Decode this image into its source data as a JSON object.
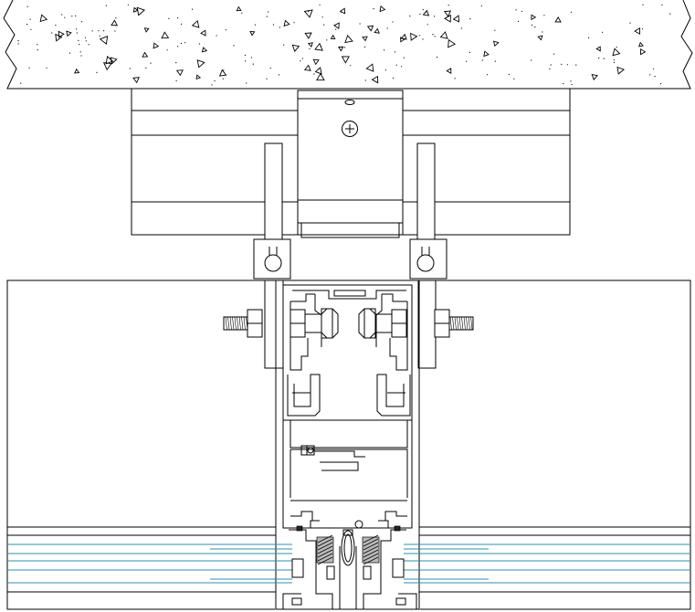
{
  "drawing": {
    "kind": "curtain-wall mullion connection detail",
    "labels": [],
    "colors": {
      "line": "#000000",
      "background": "#ffffff",
      "glass_line": "#2f8fa8",
      "gasket_fill": "#b9b9b9",
      "concrete_aggregate": "#000000"
    },
    "elements": [
      "concrete-slab",
      "bracket-block",
      "anchor-bolt",
      "hook-plate-left",
      "hook-plate-right",
      "mullion-profile",
      "through-bolt-assembly",
      "glass-panel-left",
      "glass-panel-right",
      "pressure-plate",
      "gaskets"
    ]
  }
}
